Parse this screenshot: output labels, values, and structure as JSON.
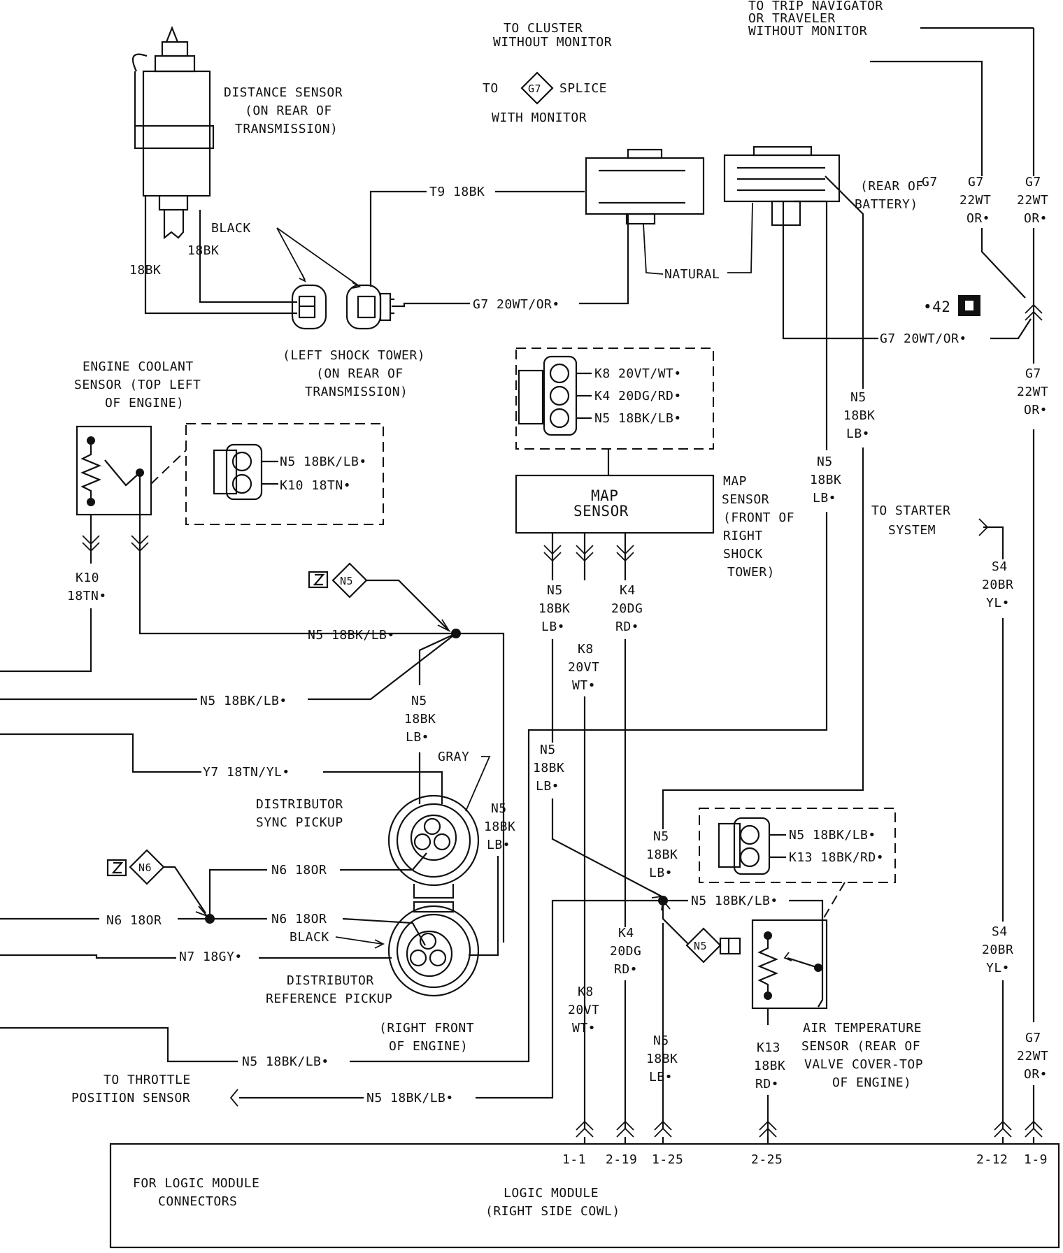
{
  "title_blocks": {
    "to_trip_navigator": [
      "TO TRIP NAVIGATOR",
      "OR TRAVELER",
      "WITHOUT MONITOR"
    ],
    "to_cluster": [
      "TO CLUSTER",
      "WITHOUT MONITOR"
    ],
    "to_g7_splice": {
      "to": "TO",
      "diamond": "G7",
      "splice": "SPLICE",
      "with_monitor": "WITH MONITOR"
    },
    "distance_sensor": [
      "DISTANCE SENSOR",
      "(ON REAR OF",
      "TRANSMISSION)"
    ],
    "rear_of_battery": [
      "(REAR OF",
      "BATTERY)"
    ],
    "left_shock_tower": [
      "(LEFT SHOCK TOWER)",
      "(ON REAR OF",
      "TRANSMISSION)"
    ],
    "engine_coolant_sensor": [
      "ENGINE COOLANT",
      "SENSOR (TOP LEFT",
      "OF ENGINE)"
    ],
    "map_sensor_box": [
      "MAP",
      "SENSOR"
    ],
    "map_sensor_location": [
      "MAP",
      "SENSOR",
      "(FRONT OF",
      "RIGHT",
      "SHOCK",
      "TOWER)"
    ],
    "to_starter": [
      "TO STARTER",
      "SYSTEM"
    ],
    "distributor_sync": [
      "DISTRIBUTOR",
      "SYNC PICKUP"
    ],
    "distributor_ref": [
      "DISTRIBUTOR",
      "REFERENCE PICKUP"
    ],
    "right_front_engine": [
      "(RIGHT FRONT",
      "OF ENGINE)"
    ],
    "to_throttle": [
      "TO THROTTLE",
      "POSITION SENSOR"
    ],
    "air_temp_sensor": [
      "AIR TEMPERATURE",
      "SENSOR (REAR OF",
      "VALVE COVER-TOP",
      "OF ENGINE)"
    ],
    "logic_module_connectors": [
      "FOR LOGIC MODULE",
      "CONNECTORS"
    ],
    "logic_module": [
      "LOGIC MODULE",
      "(RIGHT SIDE COWL)"
    ]
  },
  "wire_labels": {
    "t9": "T9 18BK",
    "black": "BLACK",
    "bk18_a": "18BK",
    "bk18_b": "18BK",
    "natural": "NATURAL",
    "g7_20wt_or_a": "G7 20WT/OR•",
    "g7_20wt_or_b": "G7 20WT/OR•",
    "ref_42": "•42",
    "g7_22wt_a": [
      "G7",
      "22WT",
      "OR•"
    ],
    "g7_22wt_b": [
      "G7",
      "22WT",
      "OR•"
    ],
    "g7_22wt_c": [
      "G7",
      "22WT",
      "OR•"
    ],
    "g7_22wt_d": [
      "G7",
      "22WT",
      "OR•"
    ],
    "map_conn_pins": [
      "K8 20VT/WT•",
      "K4 20DG/RD•",
      "N5 18BK/LB•"
    ],
    "coolant_conn_pins": [
      "N5 18BK/LB•",
      "K10 18TN•"
    ],
    "n5_18bk_lb_a": [
      "N5",
      "18BK",
      "LB•"
    ],
    "n5_18bk_lb_b": [
      "N5",
      "18BK",
      "LB•"
    ],
    "k10": [
      "K10",
      "18TN•"
    ],
    "n5_diamond": "N5",
    "n5_main_1": "N5 18BK/LB•",
    "n5_main_2": "N5 18BK/LB•",
    "n5_vert_dist": [
      "N5",
      "18BK",
      "LB•"
    ],
    "n5_vert_map": [
      "N5",
      "18BK",
      "LB•"
    ],
    "k4_vert_map": [
      "K4",
      "20DG",
      "RD•"
    ],
    "k8_vert_map": [
      "K8",
      "20VT",
      "WT•"
    ],
    "s4_a": [
      "S4",
      "20BR",
      "YL•"
    ],
    "s4_b": [
      "S4",
      "20BR",
      "YL•"
    ],
    "y7": "Y7 18TN/YL•",
    "gray": "GRAY",
    "n5_right_dist": [
      "N5",
      "18BK",
      "LB•"
    ],
    "n5_vert_mid": [
      "N5",
      "18BK",
      "LB•"
    ],
    "n5_mid_junction": [
      "N5",
      "18BK",
      "LB•"
    ],
    "air_conn_pins": [
      "N5 18BK/LB•",
      "K13 18BK/RD•"
    ],
    "n6_diamond": "N6",
    "n6_a": "N6 18OR",
    "n6_b": "N6 18OR",
    "n6_c": "N6 18OR",
    "n7": "N7 18GY•",
    "black2": "BLACK",
    "n5_junction_h": "N5 18BK/LB•",
    "n5_diamond2": "N5",
    "k4_lower": [
      "K4",
      "20DG",
      "RD•"
    ],
    "k8_lower": [
      "K8",
      "20VT",
      "WT•"
    ],
    "n5_lower": [
      "N5",
      "18BK",
      "LB•"
    ],
    "k13": [
      "K13",
      "18BK",
      "RD•"
    ],
    "n5_bottom_1": "N5 18BK/LB•",
    "n5_bottom_2": "N5 18BK/LB•"
  },
  "pin_labels": [
    "1-1",
    "2-19",
    "1-25",
    "2-25",
    "2-12",
    "1-9"
  ]
}
